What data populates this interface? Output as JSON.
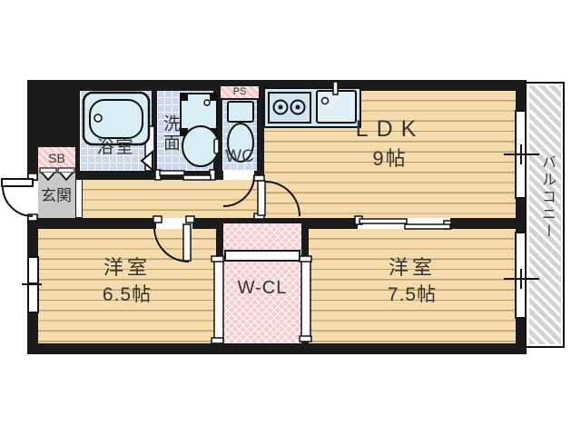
{
  "plan": {
    "ldk": {
      "name": "LDK",
      "size": "9帖"
    },
    "bedroom_left": {
      "name": "洋室",
      "size": "6.5帖"
    },
    "bedroom_right": {
      "name": "洋室",
      "size": "7.5帖"
    },
    "walk_in_closet": {
      "label": "W-CL"
    },
    "bathroom": {
      "label": "浴室"
    },
    "washroom": {
      "label": "洗面"
    },
    "toilet": {
      "label": "WC"
    },
    "entrance": {
      "label": "玄関"
    },
    "shoe_box": {
      "label": "SB"
    },
    "pipe_space": {
      "label": "PS"
    },
    "balcony": {
      "label": "バルコニー"
    }
  },
  "colors": {
    "wall": "#1b1b1b",
    "wood_floor": "#f5dcae",
    "tile_floor": "#ccd7e9",
    "fixture_fill": "#d9edf4",
    "kitchen_counter": "#cfe5f0",
    "closet_pink": "#f8c9cd",
    "entrance_gray": "#c8c8c8",
    "balcony_gray": "#d3d3d3",
    "label_text": "#333333"
  }
}
